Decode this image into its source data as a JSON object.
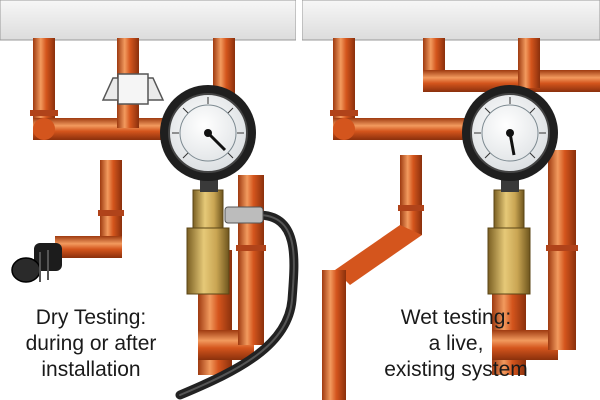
{
  "panels": [
    {
      "name": "dry-testing",
      "caption_lines": [
        "Dry Testing:",
        "during or after",
        "installation"
      ]
    },
    {
      "name": "wet-testing",
      "caption_lines": [
        "Wet testing:",
        "a live,",
        "existing system"
      ]
    }
  ],
  "colors": {
    "pipe": "#d4551d",
    "pipe_highlight": "#f29a5e",
    "pipe_shadow": "#9e3a10",
    "brass": "#c9a553",
    "gauge_bezel": "#1f1f1f",
    "hose": "#2a2a2a",
    "wall": "#ececec"
  },
  "icons": [
    "pressure-gauge-icon",
    "brass-valve-icon",
    "hose-icon",
    "pipe-end-cap-icon",
    "tundish-icon"
  ]
}
